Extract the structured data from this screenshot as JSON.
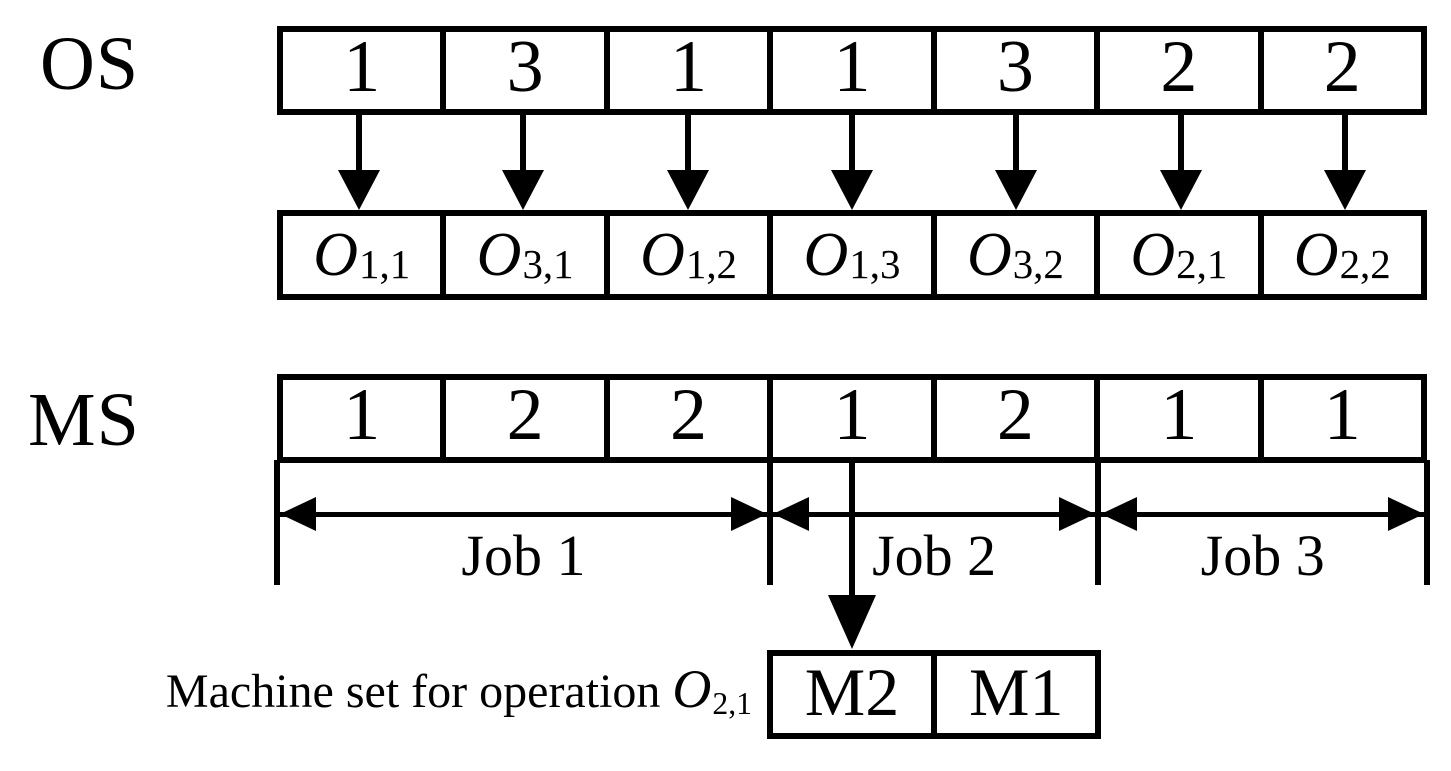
{
  "colors": {
    "ink": "#000000",
    "background": "#ffffff"
  },
  "os": {
    "label": "OS",
    "cells": [
      "1",
      "3",
      "1",
      "1",
      "3",
      "2",
      "2"
    ]
  },
  "operations": {
    "cells": [
      {
        "base": "O",
        "sub": "1,1"
      },
      {
        "base": "O",
        "sub": "3,1"
      },
      {
        "base": "O",
        "sub": "1,2"
      },
      {
        "base": "O",
        "sub": "1,3"
      },
      {
        "base": "O",
        "sub": "3,2"
      },
      {
        "base": "O",
        "sub": "2,1"
      },
      {
        "base": "O",
        "sub": "2,2"
      }
    ]
  },
  "ms": {
    "label": "MS",
    "cells": [
      "1",
      "2",
      "2",
      "1",
      "2",
      "1",
      "1"
    ]
  },
  "jobs": [
    {
      "label": "Job 1",
      "span": 3
    },
    {
      "label": "Job 2",
      "span": 2
    },
    {
      "label": "Job 3",
      "span": 2
    }
  ],
  "machine_set": {
    "pointer_cell_index": 3,
    "cells": [
      "M2",
      "M1"
    ]
  },
  "caption": {
    "text": "Machine set for operation ",
    "op_base": "O",
    "op_sub": "2,1"
  }
}
